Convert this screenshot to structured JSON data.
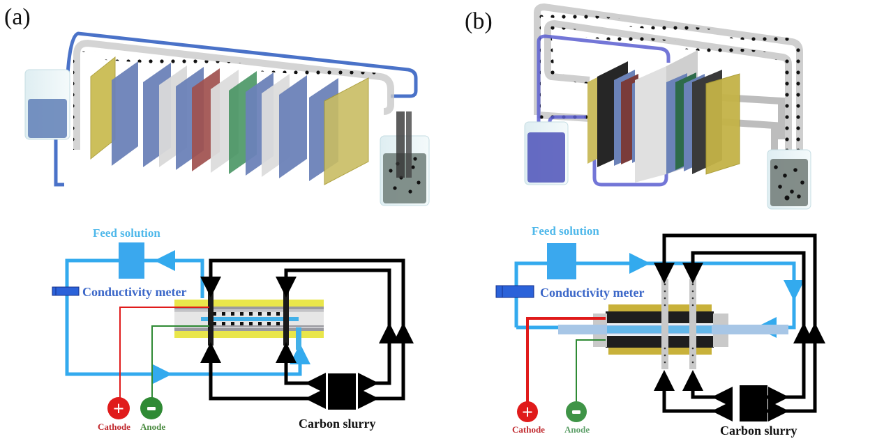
{
  "panels": [
    {
      "id": "a",
      "label": "(a)",
      "schematic": {
        "feed_solution_label": "Feed solution",
        "conductivity_meter_label": "Conductivity meter",
        "cathode_label": "Cathode",
        "anode_label": "Anode",
        "carbon_slurry_label": "Carbon slurry",
        "cathode_symbol": "+",
        "anode_symbol": "-"
      }
    },
    {
      "id": "b",
      "label": "(b)",
      "schematic": {
        "feed_solution_label": "Feed solution",
        "conductivity_meter_label": "Conductivity meter",
        "cathode_label": "Cathode",
        "anode_label": "Anode",
        "carbon_slurry_label": "Carbon slurry",
        "cathode_symbol": "+",
        "anode_symbol": "-"
      }
    }
  ],
  "colors": {
    "feed_line": "#33aaee",
    "feed_label": "#4fb8ea",
    "meter": "#2b62d9",
    "meter_label": "#3a66c8",
    "cathode": "#e01b1b",
    "anode": "#2f8a34",
    "slurry": "#000000",
    "electrode_yellow": "#e7e23a",
    "tube_blue": "#4a72c8",
    "tube_gray": "#c8c8c8"
  }
}
